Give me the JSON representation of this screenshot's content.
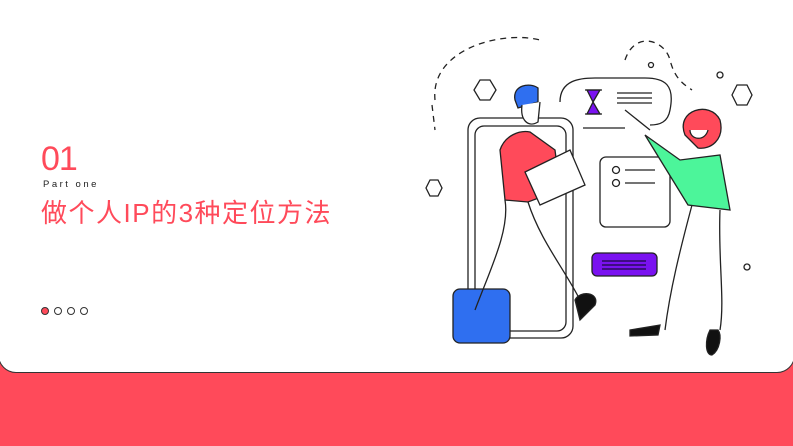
{
  "slide": {
    "number": "01",
    "subtitle": "Part one",
    "title": "做个人IP的3种定位方法",
    "pagination": {
      "total": 4,
      "active_index": 0
    }
  },
  "colors": {
    "accent": "#ff4a5a",
    "background": "#ffffff",
    "blue": "#2f6ff0",
    "purple": "#7a12f0",
    "green": "#4cf59a"
  },
  "illustration": {
    "description": "man-carrying-box-and-woman-pointing-at-chat-bubbles"
  }
}
